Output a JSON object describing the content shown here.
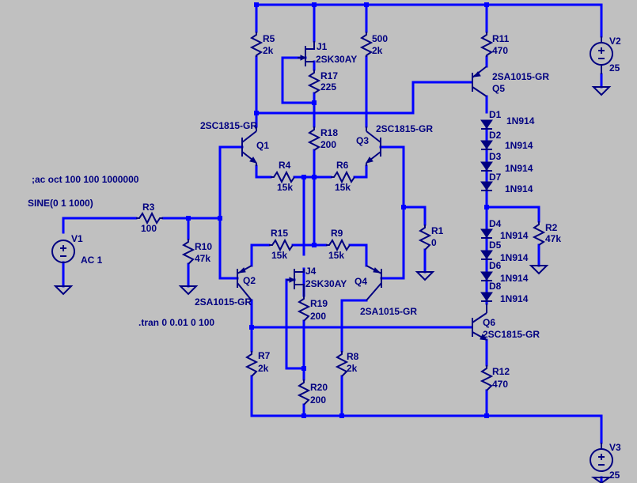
{
  "colors": {
    "background": "#c0c0c0",
    "wire": "#0000ff",
    "component": "#000080"
  },
  "labels": {
    "r5": "R5",
    "r5v": "2k",
    "j1": "J1",
    "j1m": "2SK30AY",
    "r17": "R17",
    "r17v": "225",
    "r500": "500",
    "r500v": "2k",
    "r11": "R11",
    "r11v": "470",
    "v2": "V2",
    "v2v": "25",
    "q5m": "2SA1015-GR",
    "q5": "Q5",
    "q1m": "2SC1815-GR",
    "q1": "Q1",
    "r18": "R18",
    "r18v": "200",
    "q3m": "2SC1815-GR",
    "q3": "Q3",
    "d1": "D1",
    "d1m": "1N914",
    "d2": "D2",
    "d2m": "1N914",
    "d3": "D3",
    "d3m": "1N914",
    "d7": "D7",
    "d7m": "1N914",
    "r4": "R4",
    "r4v": "15k",
    "r6": "R6",
    "r6v": "15k",
    "ac_cmd": ";ac oct 100 100 1000000",
    "sine": "SINE(0 1 1000)",
    "r3": "R3",
    "r3v": "100",
    "v1": "V1",
    "v1ac": "AC 1",
    "r10": "R10",
    "r10v": "47k",
    "r1": "R1",
    "r1v": "0",
    "d4": "D4",
    "d4m": "1N914",
    "d5": "D5",
    "d5m": "1N914",
    "d6": "D6",
    "d6m": "1N914",
    "d8": "D8",
    "d8m": "1N914",
    "r2": "R2",
    "r2v": "47k",
    "r15": "R15",
    "r15v": "15k",
    "r9": "R9",
    "r9v": "15k",
    "j4": "J4",
    "j4m": "2SK30AY",
    "q2": "Q2",
    "q2m": "2SA1015-GR",
    "q4": "Q4",
    "q4m": "2SA1015-GR",
    "r19": "R19",
    "r19v": "200",
    "tran": ".tran 0 0.01 0 100",
    "q6": "Q6",
    "q6m": "2SC1815-GR",
    "r7": "R7",
    "r7v": "2k",
    "r8": "R8",
    "r8v": "2k",
    "r20": "R20",
    "r20v": "200",
    "r12": "R12",
    "r12v": "470",
    "v3": "V3",
    "v3v": "25"
  }
}
